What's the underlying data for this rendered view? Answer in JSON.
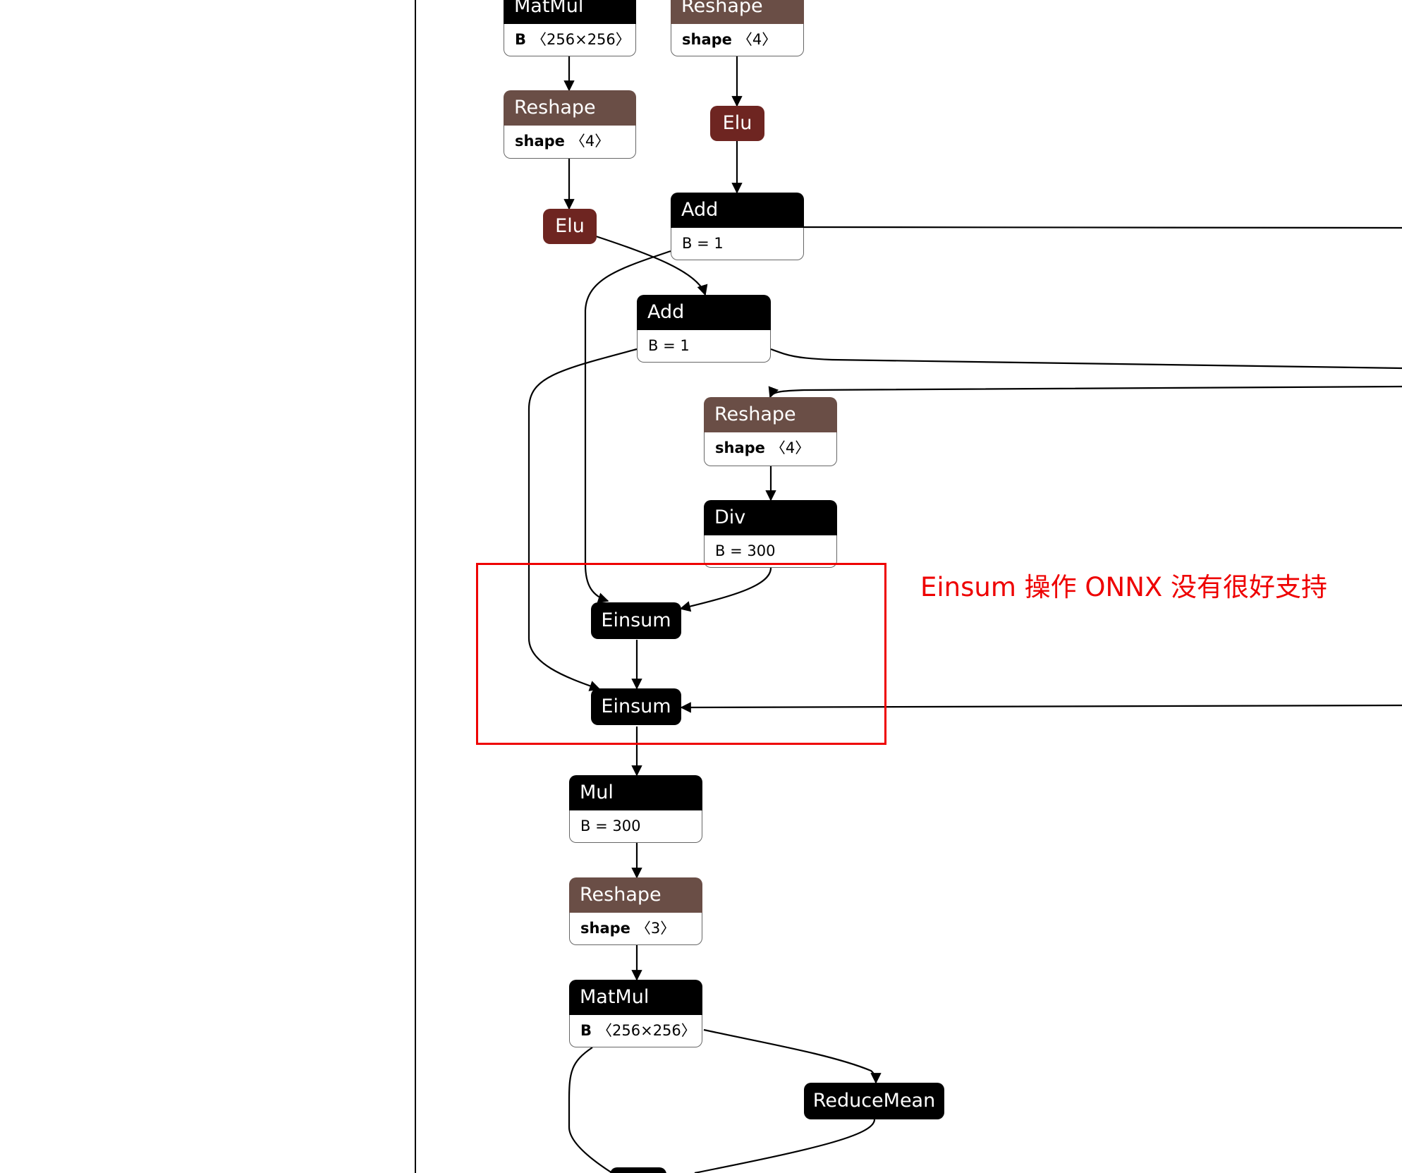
{
  "nodes": {
    "matmul_top": {
      "op": "MatMul",
      "attr_name": "B",
      "attr_value": "〈256×256〉"
    },
    "reshape_top_right": {
      "op": "Reshape",
      "attr_name": "shape",
      "attr_value": "〈4〉"
    },
    "reshape_left": {
      "op": "Reshape",
      "attr_name": "shape",
      "attr_value": "〈4〉"
    },
    "elu_right": {
      "op": "Elu"
    },
    "add_right": {
      "op": "Add",
      "attr_value": "B = 1"
    },
    "elu_left": {
      "op": "Elu"
    },
    "add_mid": {
      "op": "Add",
      "attr_value": "B = 1"
    },
    "reshape_mid": {
      "op": "Reshape",
      "attr_name": "shape",
      "attr_value": "〈4〉"
    },
    "div": {
      "op": "Div",
      "attr_value": "B = 300"
    },
    "einsum_1": {
      "op": "Einsum"
    },
    "einsum_2": {
      "op": "Einsum"
    },
    "mul": {
      "op": "Mul",
      "attr_value": "B = 300"
    },
    "reshape_bottom": {
      "op": "Reshape",
      "attr_name": "shape",
      "attr_value": "〈3〉"
    },
    "matmul_bottom": {
      "op": "MatMul",
      "attr_name": "B",
      "attr_value": "〈256×256〉"
    },
    "reducemean": {
      "op": "ReduceMean"
    }
  },
  "annotation": "Einsum 操作 ONNX 没有很好支持",
  "colors": {
    "op_black": "#000000",
    "op_layout": "#6a4e46",
    "op_activation": "#6e2521",
    "highlight": "#ee0000"
  }
}
